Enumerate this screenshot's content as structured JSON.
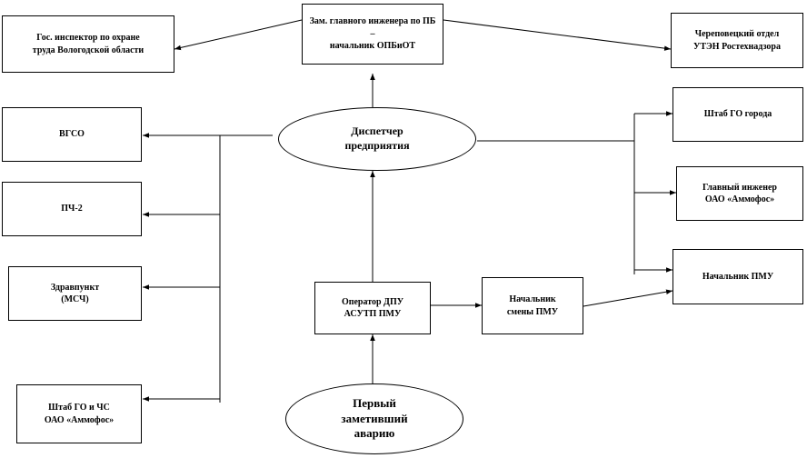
{
  "nodes": {
    "zam_inzh": "Зам. главного инженера по ПБ –\nначальник ОПБиОТ",
    "gos_inspektor": "Гос. инспектор по охране\nтруда Вологодской области",
    "cherepovets_utn": "Череповецкий отдел\nУТЭН Ростехнадзора",
    "dispetcher": "Диспетчер\nпредприятия",
    "vgso": "ВГСО",
    "pch2": "ПЧ-2",
    "zdravpunkt": "Здравпункт\n(МСЧ)",
    "shtab_go_chs": "Штаб ГО и ЧС\nОАО «Аммофос»",
    "shtab_go_goroda": "Штаб ГО города",
    "glavny_inzh": "Главный инженер\nОАО «Аммофос»",
    "nach_pmu": "Начальник ПМУ",
    "nach_smeny": "Начальник\nсмены ПМУ",
    "operator": "Оператор ДПУ\nАСУТП ПМУ",
    "perviy": "Первый\nзаметивший\nаварию"
  }
}
